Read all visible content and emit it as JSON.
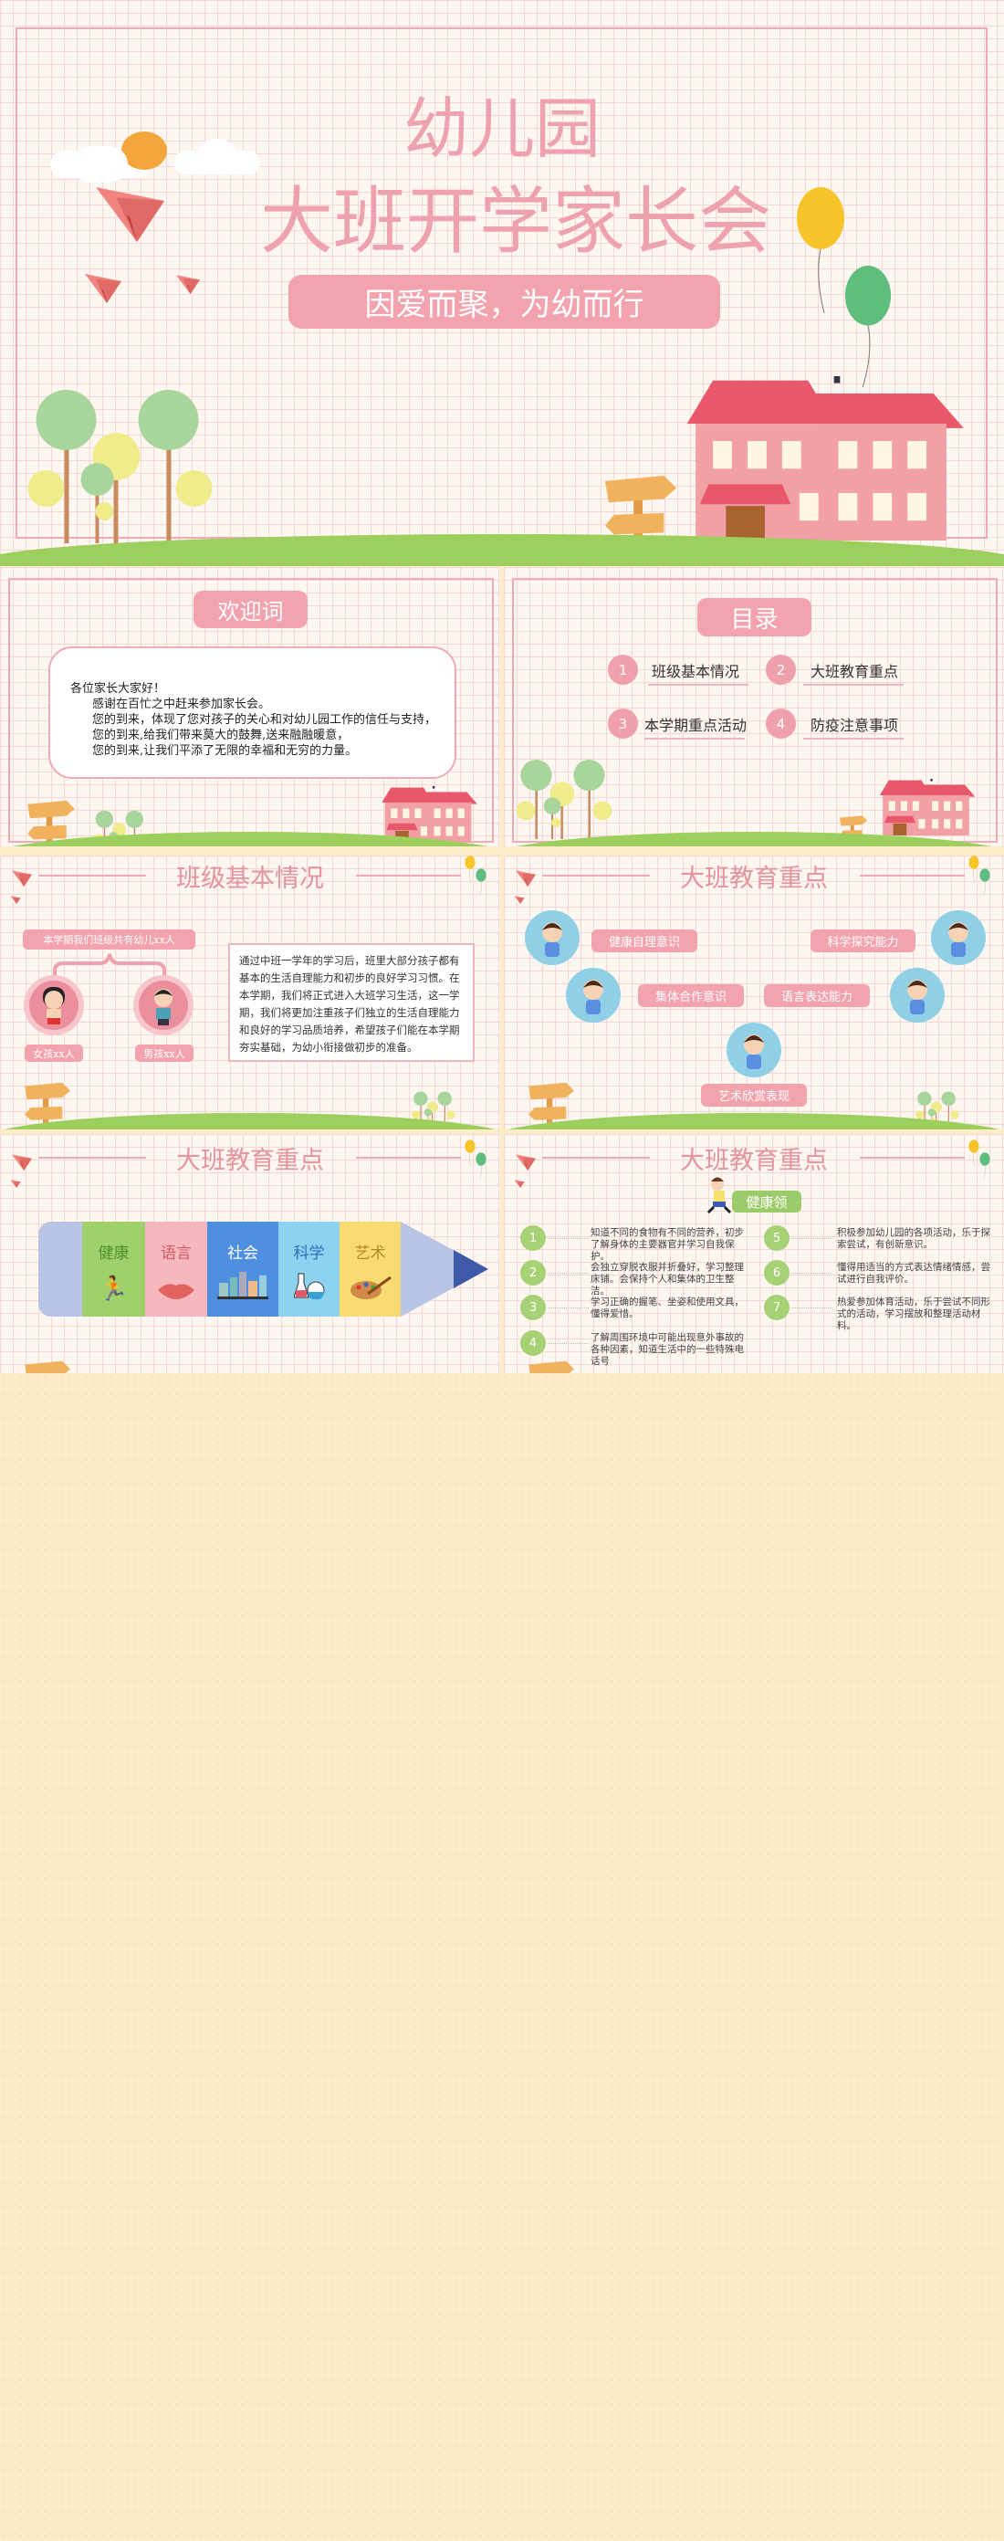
{
  "cover": {
    "title_line1": "幼儿园",
    "title_line2": "大班开学家长会",
    "subtitle": "因爱而聚，为幼而行"
  },
  "welcome": {
    "heading": "欢迎词",
    "greeting": "各位家长大家好！",
    "lines": [
      "感谢在百忙之中赶来参加家长会。",
      "您的到来，体现了您对孩子的关心和对幼儿园工作的信任与支持，",
      "您的到来,给我们带来莫大的鼓舞,送来融融暖意，",
      "您的到来,让我们平添了无限的幸福和无穷的力量。"
    ]
  },
  "toc": {
    "heading": "目录",
    "items": [
      {
        "num": "1",
        "label": "班级基本情况"
      },
      {
        "num": "2",
        "label": "大班教育重点"
      },
      {
        "num": "3",
        "label": "本学期重点活动"
      },
      {
        "num": "4",
        "label": "防疫注意事项"
      }
    ]
  },
  "class_info": {
    "heading": "班级基本情况",
    "total": "本学期我们班级共有幼儿xx人",
    "girls": "女孩xx人",
    "boys": "男孩xx人",
    "description": "通过中班一学年的学习后，班里大部分孩子都有基本的生活自理能力和初步的良好学习习惯。在本学期，我们将正式进入大班学习生活，这一学期，我们将更加注重孩子们独立的生活自理能力和良好的学习品质培养，希望孩子们能在本学期夯实基础，为幼小衔接做初步的准备。"
  },
  "focus": {
    "heading": "大班教育重点",
    "items": [
      "健康自理意识",
      "科学探究能力",
      "集体合作意识",
      "语言表达能力",
      "艺术欣赏表现"
    ]
  },
  "pencil": {
    "heading": "大班教育重点",
    "segments": [
      {
        "label": "健康",
        "color": "#9fd06c",
        "text_color": "#4f8f2f",
        "icon": "running-boy-icon"
      },
      {
        "label": "语言",
        "color": "#f6b8bd",
        "text_color": "#d05a66",
        "icon": "lips-icon"
      },
      {
        "label": "社会",
        "color": "#4f8fe0",
        "text_color": "#ffffff",
        "icon": "city-icon"
      },
      {
        "label": "科学",
        "color": "#8dd3ef",
        "text_color": "#2f6fb8",
        "icon": "flask-icon"
      },
      {
        "label": "艺术",
        "color": "#f8dc72",
        "text_color": "#b5862a",
        "icon": "palette-icon"
      }
    ]
  },
  "health": {
    "heading": "大班教育重点",
    "tag": "健康领",
    "items": [
      {
        "num": "1",
        "text": "知道不同的食物有不同的营养，初步了解身体的主要器官并学习自我保护。"
      },
      {
        "num": "2",
        "text": "会独立穿脱衣服并折叠好，学习整理床铺。会保持个人和集体的卫生整洁。"
      },
      {
        "num": "3",
        "text": "学习正确的握笔、坐姿和使用文具，懂得爱惜。"
      },
      {
        "num": "4",
        "text": "了解周围环境中可能出现意外事故的各种因素，知道生活中的一些特殊电话号"
      },
      {
        "num": "5",
        "text": "积极参加幼儿园的各项活动，乐于探索尝试，有创新意识。"
      },
      {
        "num": "6",
        "text": "懂得用适当的方式表达情绪情感，尝试进行自我评价。"
      },
      {
        "num": "7",
        "text": "热爱参加体育活动，乐于尝试不同形式的活动，学习摆放和整理活动材料。"
      }
    ]
  },
  "colors": {
    "pink": "#f2a3ae",
    "title_pink": "#e3949d",
    "green": "#9dcf5e",
    "cream": "#fdebc6"
  }
}
